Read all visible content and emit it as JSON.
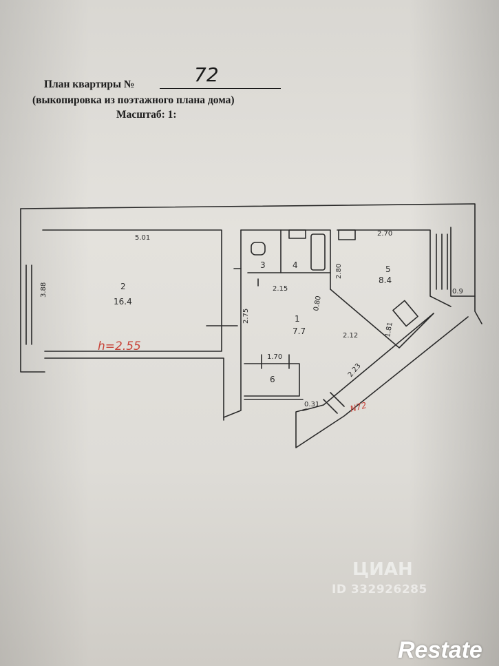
{
  "header": {
    "title": "План квартиры №",
    "apartment_number": "72",
    "subtitle": "(выкопировка из поэтажного плана дома)",
    "scale": "Масштаб: 1:"
  },
  "rooms": [
    {
      "number": "1",
      "area": "7.7"
    },
    {
      "number": "2",
      "area": "16.4"
    },
    {
      "number": "3",
      "area": ""
    },
    {
      "number": "4",
      "area": ""
    },
    {
      "number": "5",
      "area": "8.4"
    },
    {
      "number": "6",
      "area": ""
    }
  ],
  "dimensions": {
    "d501": "5.01",
    "d388": "3.88",
    "d270": "2.70",
    "d09": "0.9",
    "d215": "2.15",
    "d280": "2.80",
    "d080": "0.80",
    "d275": "2.75",
    "d212": "2.12",
    "d181": "1.81",
    "d170": "1.70",
    "d223": "2.23",
    "d031": "0.31"
  },
  "ceiling_height": "h=2.55",
  "apartment_mark": "N72",
  "watermarks": {
    "cian": "ЦИАН",
    "id": "ID 332926285",
    "brand": "Restate"
  },
  "colors": {
    "paper": "#e2e0db",
    "ink": "#2a2a2a",
    "red_ink": "#c8453b"
  }
}
